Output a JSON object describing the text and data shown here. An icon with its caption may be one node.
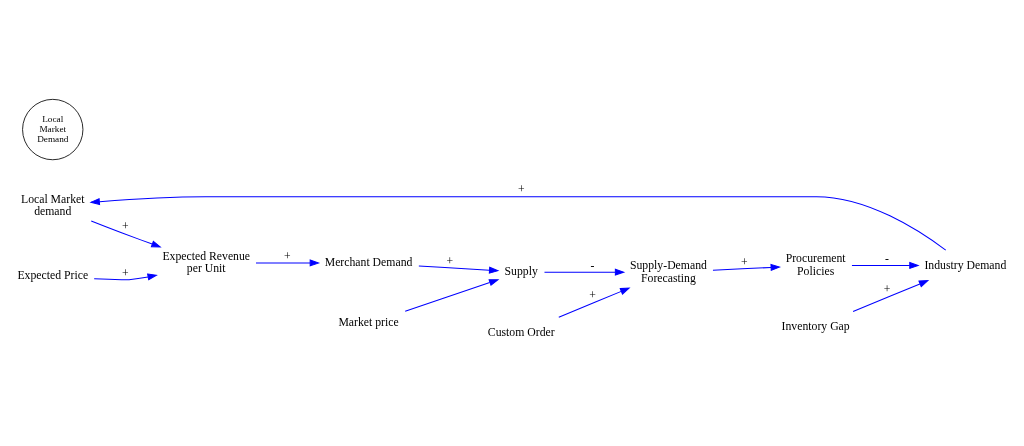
{
  "diagram": {
    "nodes": [
      {
        "text": [
          "Local Market demand"
        ]
      },
      {
        "text": [
          "Industry Demand"
        ]
      },
      {
        "text": [
          "Expected Revenue per Unit"
        ]
      },
      {
        "text": [
          "Inventory Gap"
        ]
      },
      {
        "text": [
          "Local Market Demand"
        ]
      },
      {
        "text": [
          "Procurement Policies"
        ]
      },
      {
        "text": [
          "Supply"
        ]
      },
      {
        "text": [
          "Merchant Demand"
        ]
      },
      {
        "text": [
          "Expected Price"
        ]
      },
      {
        "text": [
          "Supply-Demand Forecasting"
        ]
      },
      {
        "text": [
          "Custom Order"
        ]
      },
      {
        "text": [
          "Market price"
        ]
      }
    ],
    "edges": [
      {
        "from": 3,
        "to": 1,
        "arrow": "to",
        "label": "+"
      },
      {
        "from": 1,
        "to": 0,
        "arrow": "to",
        "label": "+"
      },
      {
        "from": 0,
        "to": 2,
        "arrow": "to",
        "label": "+"
      },
      {
        "from": 8,
        "to": 2,
        "arrow": "to",
        "label": "+"
      },
      {
        "from": 2,
        "to": 7,
        "arrow": "to",
        "label": "+"
      },
      {
        "from": 7,
        "to": 6,
        "arrow": "to",
        "label": "+"
      },
      {
        "from": 11,
        "to": 6,
        "arrow": "to"
      },
      {
        "from": 6,
        "to": 9,
        "arrow": "to",
        "label": "-"
      },
      {
        "from": 9,
        "to": 5,
        "arrow": "to",
        "label": "+"
      },
      {
        "from": 5,
        "to": 1,
        "arrow": "to",
        "label": "-"
      },
      {
        "from": 10,
        "to": 9,
        "arrow": "to",
        "label": "+"
      }
    ]
  }
}
